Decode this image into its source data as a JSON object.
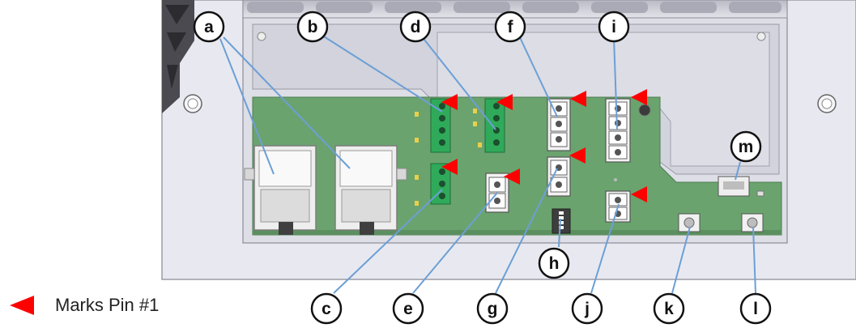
{
  "callouts": [
    {
      "letter": "a"
    },
    {
      "letter": "b"
    },
    {
      "letter": "c"
    },
    {
      "letter": "d"
    },
    {
      "letter": "e"
    },
    {
      "letter": "f"
    },
    {
      "letter": "g"
    },
    {
      "letter": "h"
    },
    {
      "letter": "i"
    },
    {
      "letter": "j"
    },
    {
      "letter": "k"
    },
    {
      "letter": "l"
    },
    {
      "letter": "m"
    }
  ],
  "legend": {
    "text": "Marks Pin #1"
  },
  "colors": {
    "pcb": "#6aa36e",
    "connector_green": "#2faa5a",
    "pin_marker": "#ff0000",
    "leader": "#6c9fd6",
    "enclosure": "#e6e7ef"
  }
}
